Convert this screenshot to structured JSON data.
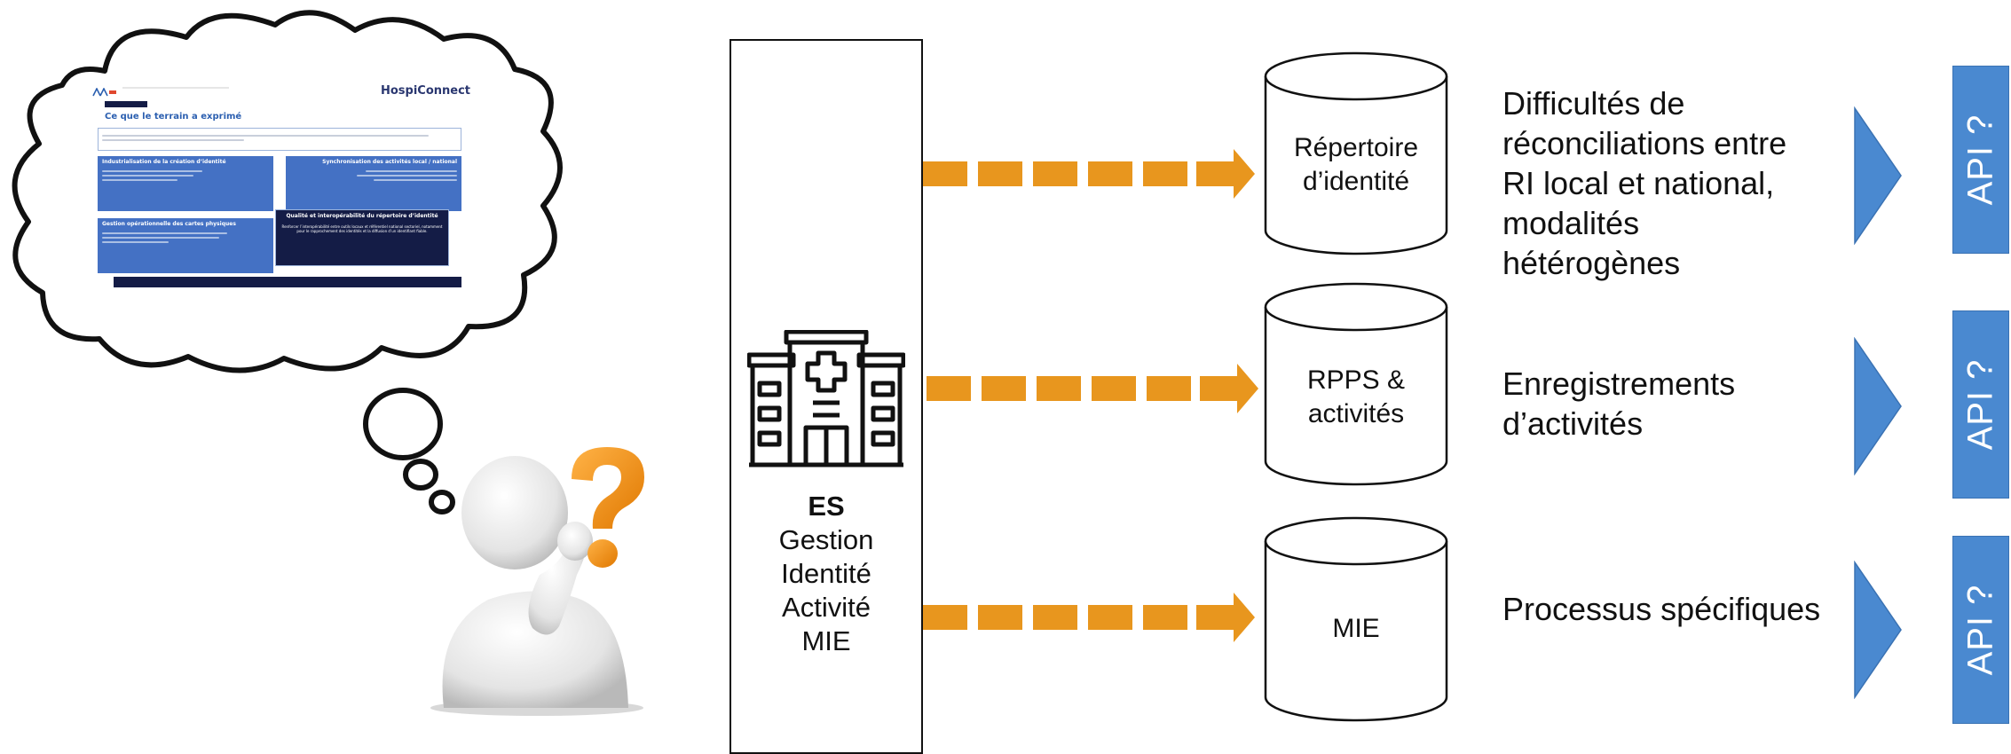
{
  "central_box": {
    "line1": "ES",
    "line2": "Gestion",
    "line3": "Identité",
    "line4": "Activité",
    "line5": "MIE"
  },
  "databases": [
    {
      "line1": "Répertoire",
      "line2": "d’identité"
    },
    {
      "line1": "RPPS &",
      "line2": "activités"
    },
    {
      "line1": "MIE",
      "line2": ""
    }
  ],
  "descriptions": [
    {
      "lines": [
        "Difficultés de",
        "réconciliations entre",
        "RI local et national,",
        "modalités",
        "hétérogènes"
      ]
    },
    {
      "lines": [
        "Enregistrements",
        "d’activités"
      ]
    },
    {
      "lines": [
        "Processus spécifiques"
      ]
    }
  ],
  "api_labels": [
    "API ?",
    "API ?",
    "API ?"
  ],
  "thought_screenshot": {
    "brand": "HospiConnect",
    "heading": "Ce que le terrain a exprimé",
    "cards": [
      "Industrialisation de la création d’identité",
      "Synchronisation des activités local / national",
      "Gestion opérationnelle des cartes physiques",
      "Qualité et interopérabilité du répertoire d’identité"
    ],
    "dark_card_body": "Renforcer l’interopérabilité entre outils locaux et référentiel national sectoriel, notamment pour le rapprochement des identités et la diffusion d’un identifiant fiable."
  },
  "colors": {
    "arrow": "#e8961e",
    "api_box": "#4a89d0",
    "chevron": "#4a89d0",
    "mini_card_blue": "#4471c4",
    "mini_card_dark": "#141c46"
  },
  "icons": [
    "hospital-icon",
    "database-cylinder-icon",
    "thought-cloud-icon",
    "question-mark-icon",
    "thinking-person-icon",
    "chevron-right-icon"
  ]
}
